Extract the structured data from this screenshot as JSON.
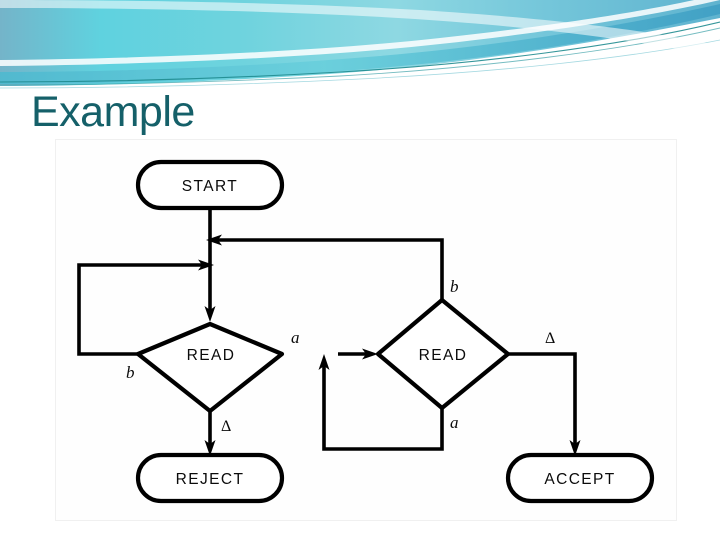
{
  "slide": {
    "title": "Example",
    "title_color": "#156069",
    "background_color": "#ffffff",
    "header": {
      "gradient_left": "#6fb3c8",
      "gradient_mid": "#53d6e2",
      "gradient_right": "#7fd4e0",
      "accent_line_color": "#1f8b8f",
      "swoosh_color": "#ffffff"
    }
  },
  "figure": {
    "name": "turing-machine-flowchart",
    "nodes": [
      {
        "id": "start",
        "type": "terminal",
        "label": "START"
      },
      {
        "id": "read1",
        "type": "decision",
        "label": "READ"
      },
      {
        "id": "read2",
        "type": "decision",
        "label": "READ"
      },
      {
        "id": "reject",
        "type": "terminal",
        "label": "REJECT"
      },
      {
        "id": "accept",
        "type": "terminal",
        "label": "ACCEPT"
      }
    ],
    "edges": [
      {
        "from": "start",
        "to": "read1",
        "label": ""
      },
      {
        "from": "read1",
        "to": "read1",
        "label": "b",
        "note": "left branch loops back to entry"
      },
      {
        "from": "read1",
        "to": "read2",
        "label": "a"
      },
      {
        "from": "read1",
        "to": "reject",
        "label": "Δ"
      },
      {
        "from": "read2",
        "to": "read2",
        "label": "a",
        "note": "bottom branch loops back to read2 entry"
      },
      {
        "from": "read2",
        "to": "read1",
        "label": "b",
        "note": "top branch returns to read1 entry"
      },
      {
        "from": "read2",
        "to": "accept",
        "label": "Δ"
      }
    ],
    "edge_labels": {
      "read1_left": "b",
      "read1_right": "a",
      "read1_bottom": "Δ",
      "read2_top": "b",
      "read2_bottom": "a",
      "read2_right": "Δ"
    }
  }
}
